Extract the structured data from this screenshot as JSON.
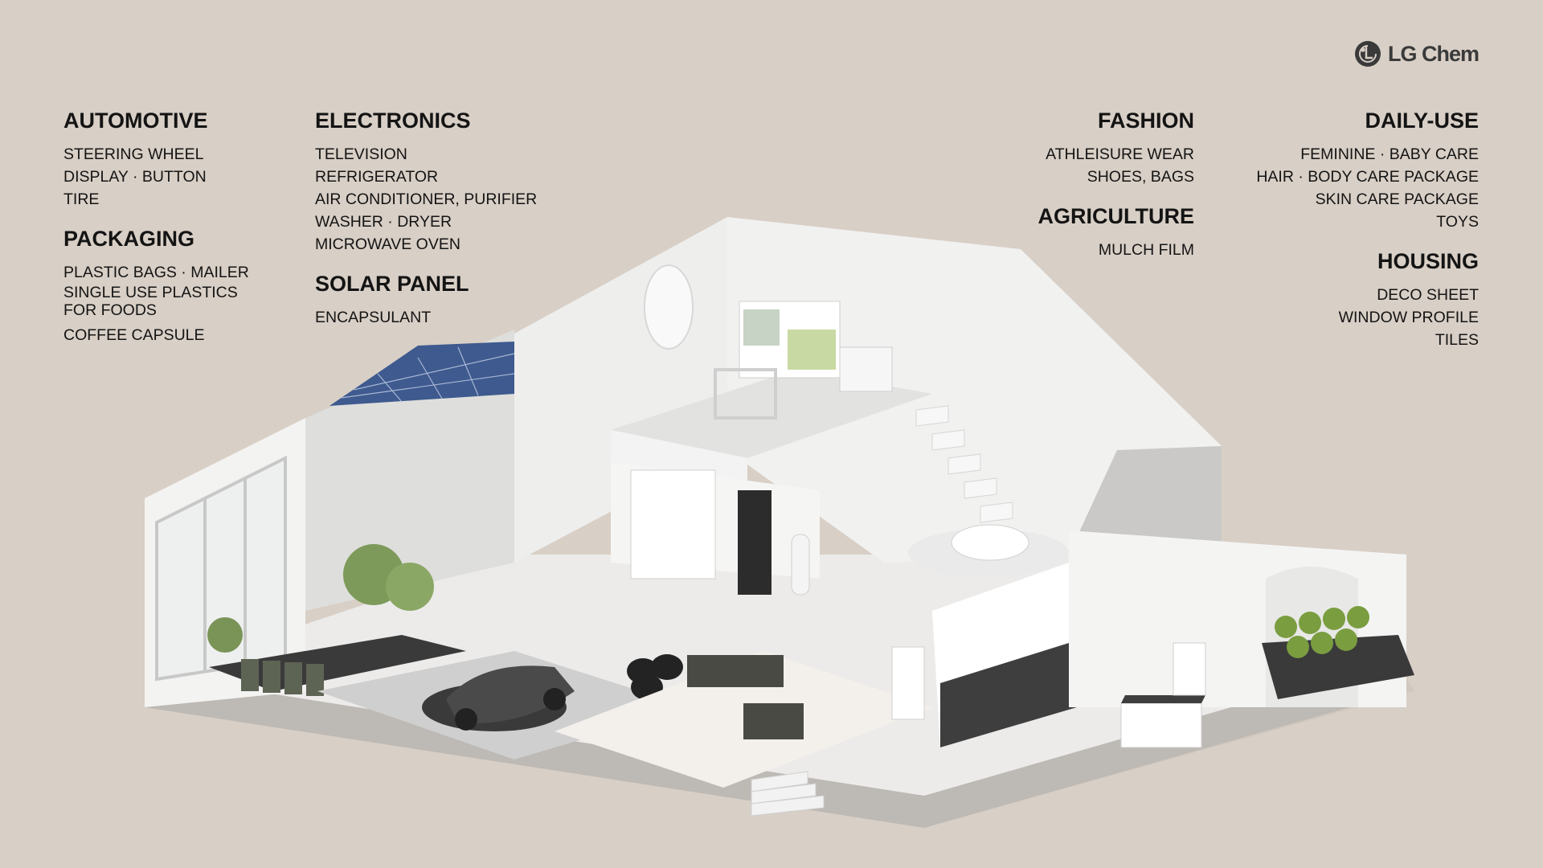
{
  "brand": {
    "name": "LG Chem",
    "colors": {
      "background": "#d8cfc6",
      "text": "#141414",
      "logo": "#3a3a3a"
    }
  },
  "columns": [
    {
      "id": "col1",
      "categories": [
        {
          "title": "AUTOMOTIVE",
          "items": [
            "STEERING WHEEL",
            "DISPLAY · BUTTON",
            "TIRE"
          ]
        },
        {
          "title": "PACKAGING",
          "items": [
            "PLASTIC BAGS · MAILER",
            "SINGLE USE PLASTICS FOR FOODS",
            "COFFEE CAPSULE"
          ]
        }
      ]
    },
    {
      "id": "col2",
      "categories": [
        {
          "title": "ELECTRONICS",
          "items": [
            "TELEVISION",
            "REFRIGERATOR",
            "AIR CONDITIONER, PURIFIER",
            "WASHER · DRYER",
            "MICROWAVE OVEN"
          ]
        },
        {
          "title": "SOLAR PANEL",
          "items": [
            "ENCAPSULANT"
          ]
        }
      ]
    },
    {
      "id": "col3",
      "categories": [
        {
          "title": "FASHION",
          "items": [
            "ATHLEISURE WEAR",
            "SHOES, BAGS"
          ]
        },
        {
          "title": "AGRICULTURE",
          "items": [
            "MULCH FILM"
          ]
        }
      ]
    },
    {
      "id": "col4",
      "categories": [
        {
          "title": "DAILY-USE",
          "items": [
            "FEMININE · BABY CARE",
            "HAIR · BODY CARE PACKAGE",
            "SKIN CARE PACKAGE",
            "TOYS"
          ]
        },
        {
          "title": "HOUSING",
          "items": [
            "DECO SHEET",
            "WINDOW PROFILE",
            "TILES"
          ]
        }
      ]
    }
  ]
}
